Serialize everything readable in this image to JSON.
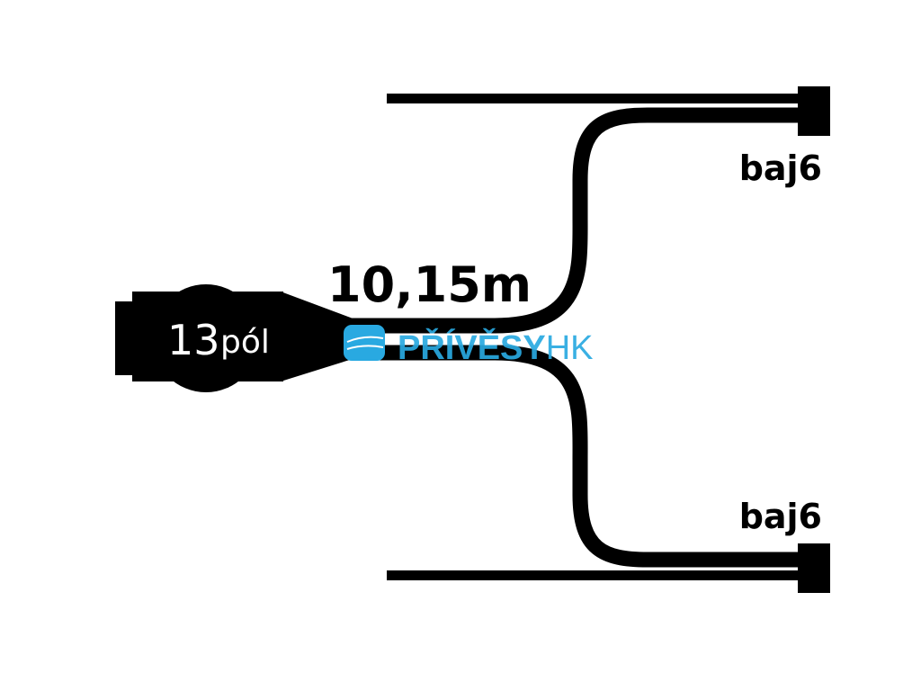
{
  "diagram": {
    "cable_length": "10,15m",
    "plug": {
      "number": "13",
      "suffix": "pól"
    },
    "outputs": [
      {
        "label": "baj6"
      },
      {
        "label": "baj6"
      }
    ]
  },
  "watermark": {
    "brand": "PŘÍVĚSY",
    "suffix": "HK"
  },
  "colors": {
    "line": "#000000",
    "background": "#ffffff",
    "watermark": "#29a9e1"
  }
}
